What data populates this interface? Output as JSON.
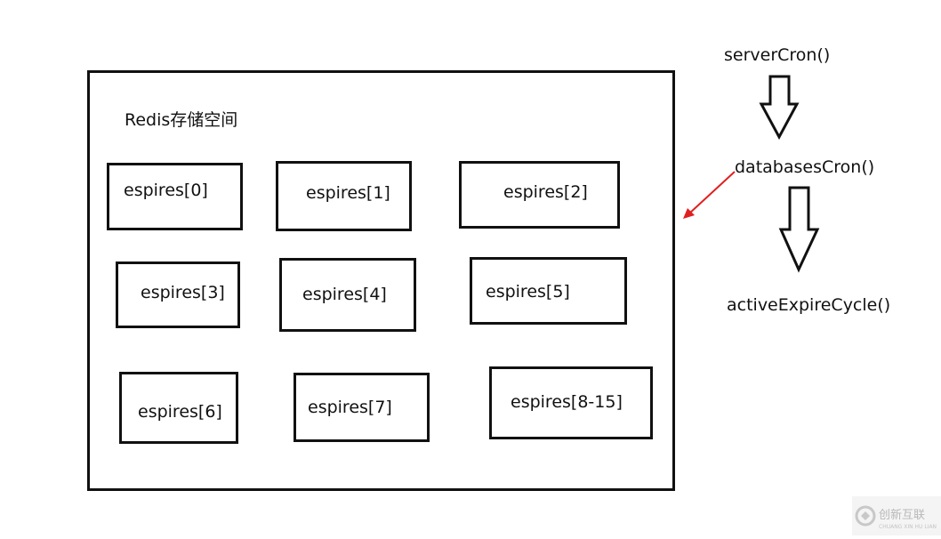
{
  "storage": {
    "title": "Redis存储空间",
    "slots": [
      {
        "label": "espires[0]"
      },
      {
        "label": "espires[1]"
      },
      {
        "label": "espires[2]"
      },
      {
        "label": "espires[3]"
      },
      {
        "label": "espires[4]"
      },
      {
        "label": "espires[5]"
      },
      {
        "label": "espires[6]"
      },
      {
        "label": "espires[7]"
      },
      {
        "label": "espires[8-15]"
      }
    ]
  },
  "flow": {
    "steps": [
      {
        "label": "serverCron()"
      },
      {
        "label": "databasesCron()"
      },
      {
        "label": "activeExpireCycle()"
      }
    ],
    "pointer_color": "#e02020"
  },
  "watermark": {
    "text": "创新互联",
    "subtext": "CHUANG XIN HU LIAN"
  }
}
